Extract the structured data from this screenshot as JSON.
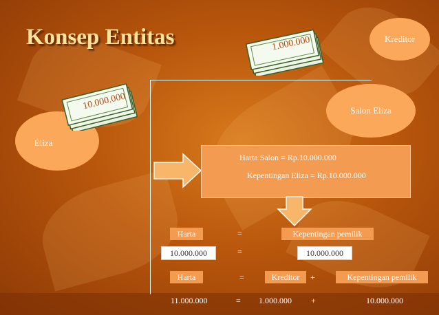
{
  "title": "Konsep Entitas",
  "nodes": {
    "kreditor": "Kreditor",
    "salon_eliza": "Salon Eliza",
    "eliza": "Eliza"
  },
  "money": {
    "kreditor_amount": "1.000.000",
    "eliza_amount": "10.000.000"
  },
  "salon_box": {
    "line1": "Harta Salon  = Rp.10.000.000",
    "line2": "Kepentingan Eliza  = Rp.10.000.000"
  },
  "equation1": {
    "harta": "Harta",
    "eq": "=",
    "kepentingan": "Kepentingan pemilik"
  },
  "equation1_values": {
    "harta": "10.000.000",
    "eq": "=",
    "kepentingan": "10.000.000"
  },
  "equation2": {
    "harta": "Harta",
    "eq": "=",
    "kreditor": "Kreditor",
    "plus": "+",
    "kepentingan": "Kepentingan pemilik"
  },
  "equation2_values": {
    "harta": "11.000.000",
    "eq": "=",
    "kreditor": "1.000.000",
    "plus": "+",
    "kepentingan": "10.000.000"
  },
  "colors": {
    "background": "#b8560c",
    "oval": "#fca85a",
    "box": "#f49b52",
    "title": "#ffe39a",
    "arrow": "#f8b66a"
  }
}
